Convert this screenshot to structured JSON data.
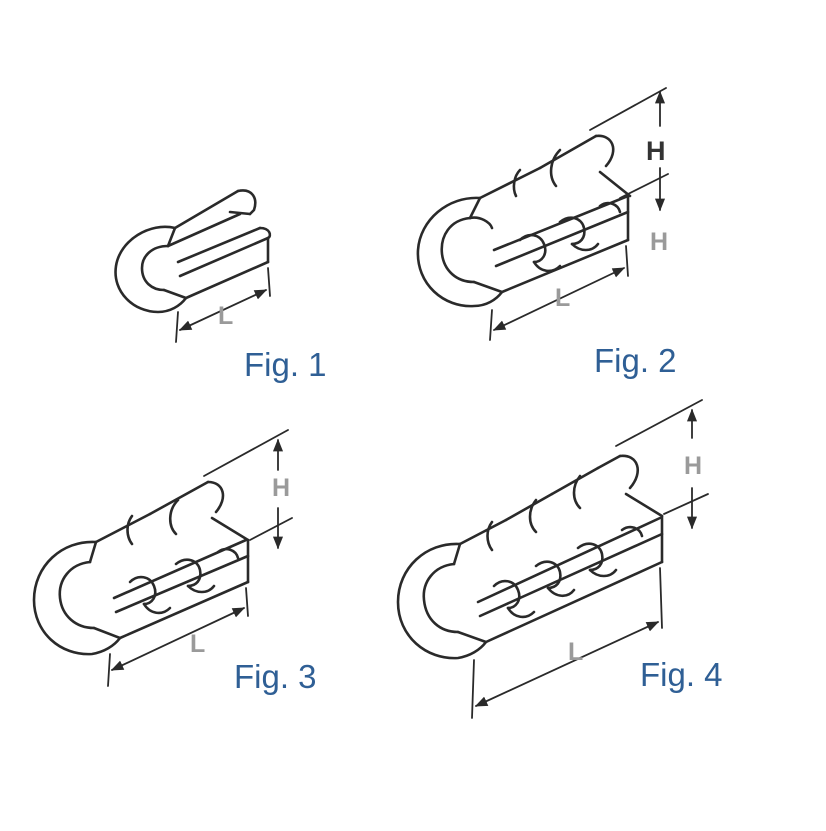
{
  "figures": [
    {
      "caption": "Fig. 1",
      "length_label": "L"
    },
    {
      "caption": "Fig. 2",
      "length_label": "L",
      "height_label_upper": "H",
      "height_label_lower": "H"
    },
    {
      "caption": "Fig. 3",
      "length_label": "L",
      "height_label": "H"
    },
    {
      "caption": "Fig. 4",
      "length_label": "L",
      "height_label": "H"
    }
  ],
  "colors": {
    "caption": "#2f5f95",
    "line": "#2a2a2a",
    "dimension_label": "#9a9a9a"
  }
}
